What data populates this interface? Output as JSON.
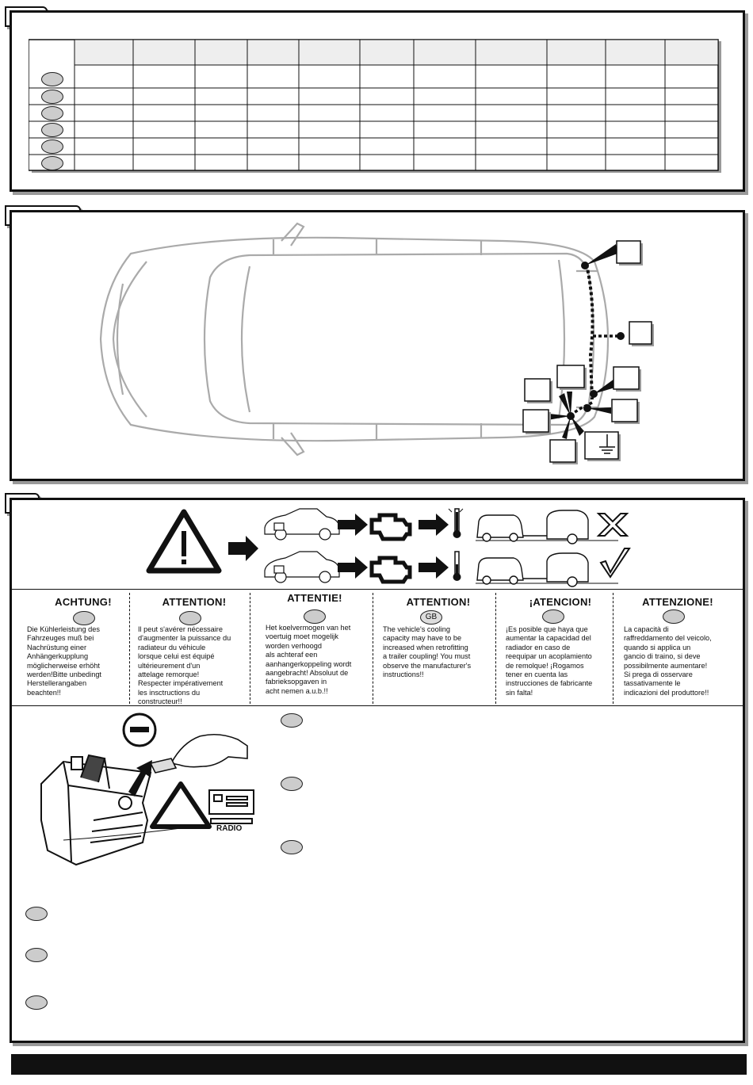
{
  "sections": {
    "tab1": "",
    "tab2": "",
    "tab3": ""
  },
  "table": {
    "header_cells": 11,
    "rows": 6
  },
  "warnings": [
    {
      "lang": "de",
      "heading": "ACHTUNG!",
      "code": "",
      "text": "Die Kühlerleistung des\nFahrzeuges muß bei\nNachrüstung einer\nAnhängerkupplung\nmöglicherweise erhöht\nwerden!Bitte unbedingt\nHerstellerangaben\nbeachten!!"
    },
    {
      "lang": "fr",
      "heading": "ATTENTION!",
      "code": "",
      "text": "Il peut s'avérer nécessaire\nd'augmenter la puissance du\nradiateur du véhicule\nlorsque celui est équipé\nultérieurement d'un\nattelage remorque!\nRespecter impérativement\nles insctructions du\nconstructeur!!"
    },
    {
      "lang": "nl",
      "heading": "ATTENTIE!",
      "code": "",
      "text": "Het koelvermogen van het\nvoertuig moet mogelijk\nworden verhoogd\nals achteraf een\naanhangerkoppeling wordt\naangebracht! Absoluut de\nfabrieksopgaven in\nacht nemen a.u.b.!!"
    },
    {
      "lang": "en",
      "heading": "ATTENTION!",
      "code": "GB",
      "text": "The vehicle's cooling\ncapacity may have to be\nincreased when retrofitting\na trailer coupling! You must\nobserve the manufacturer's\ninstructions!!"
    },
    {
      "lang": "es",
      "heading": "¡ATENCION!",
      "code": "",
      "text": "¡Es posible que haya que\naumentar la capacidad del\nradiador en caso de\nreequipar un acoplamiento\nde remolque! ¡Rogamos\ntener en cuenta las\ninstrucciones de fabricante\nsin falta!"
    },
    {
      "lang": "it",
      "heading": "ATTENZIONE!",
      "code": "",
      "text": "La capacità di\nraffreddamento del veicolo,\nquando si applica un\ngancio di traino, si deve\npossibilmente aumentare!\nSi prega di osservare\ntassativamente le\nindicazioni del produttore!!"
    }
  ],
  "battery": {
    "minus_symbol": "−",
    "radio_label": "RADIO"
  },
  "colors": {
    "ink": "#111111",
    "shadow": "#9a9a9a",
    "oval_fill": "#cccccc",
    "car_outline": "#aaaaaa"
  },
  "icons": [
    "warning-triangle-icon",
    "arrow-right-icon",
    "engine-icon",
    "thermometer-icon",
    "cross-mark-icon",
    "check-mark-icon",
    "ground-symbol-icon",
    "battery-icon",
    "radio-icon"
  ]
}
